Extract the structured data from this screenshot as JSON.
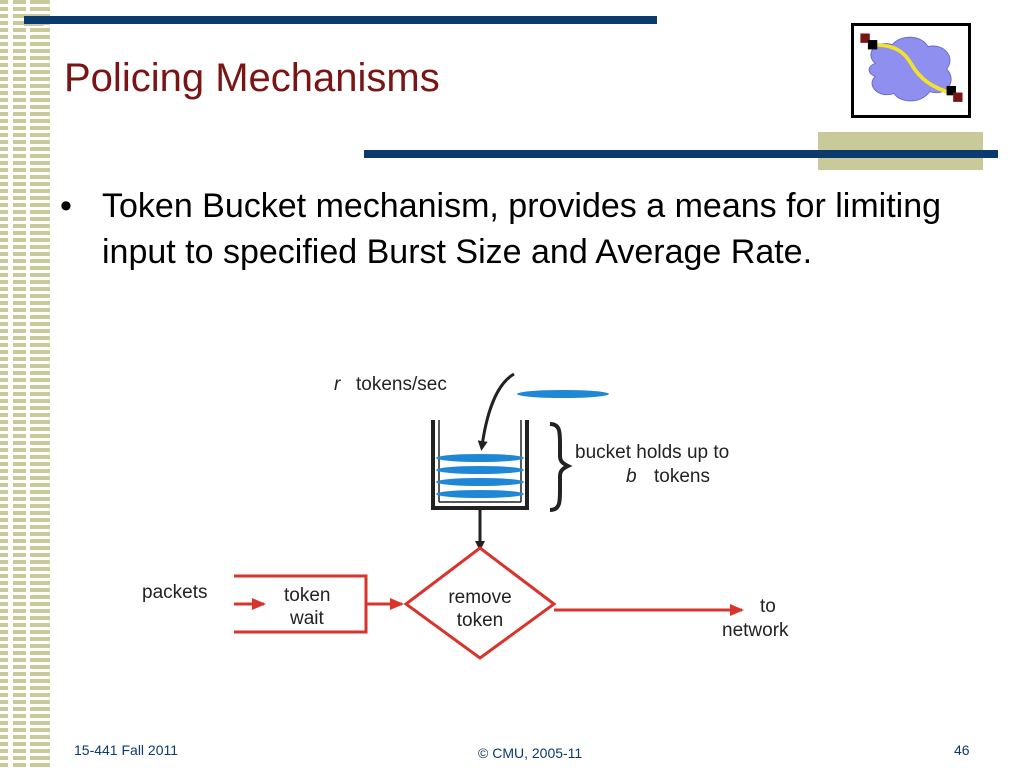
{
  "slide": {
    "title": "Policing Mechanisms",
    "bullet": "Token Bucket mechanism, provides a means for limiting input to specified Burst Size and Average Rate."
  },
  "diagram": {
    "rate_var": "r",
    "rate_label": "tokens/sec",
    "bucket_label_line1": "bucket holds up to",
    "bucket_var": "b",
    "bucket_label_line2": "tokens",
    "packets_label": "packets",
    "wait_line1": "token",
    "wait_line2": "wait",
    "remove_line1": "remove",
    "remove_line2": "token",
    "network_line1": "to",
    "network_line2": "network",
    "colors": {
      "token": "#1e88d6",
      "flow": "#d9342b",
      "ink": "#222222"
    }
  },
  "footer": {
    "course": "15-441 Fall 2011",
    "copyright": "© CMU, 2005-11",
    "page": "46"
  }
}
